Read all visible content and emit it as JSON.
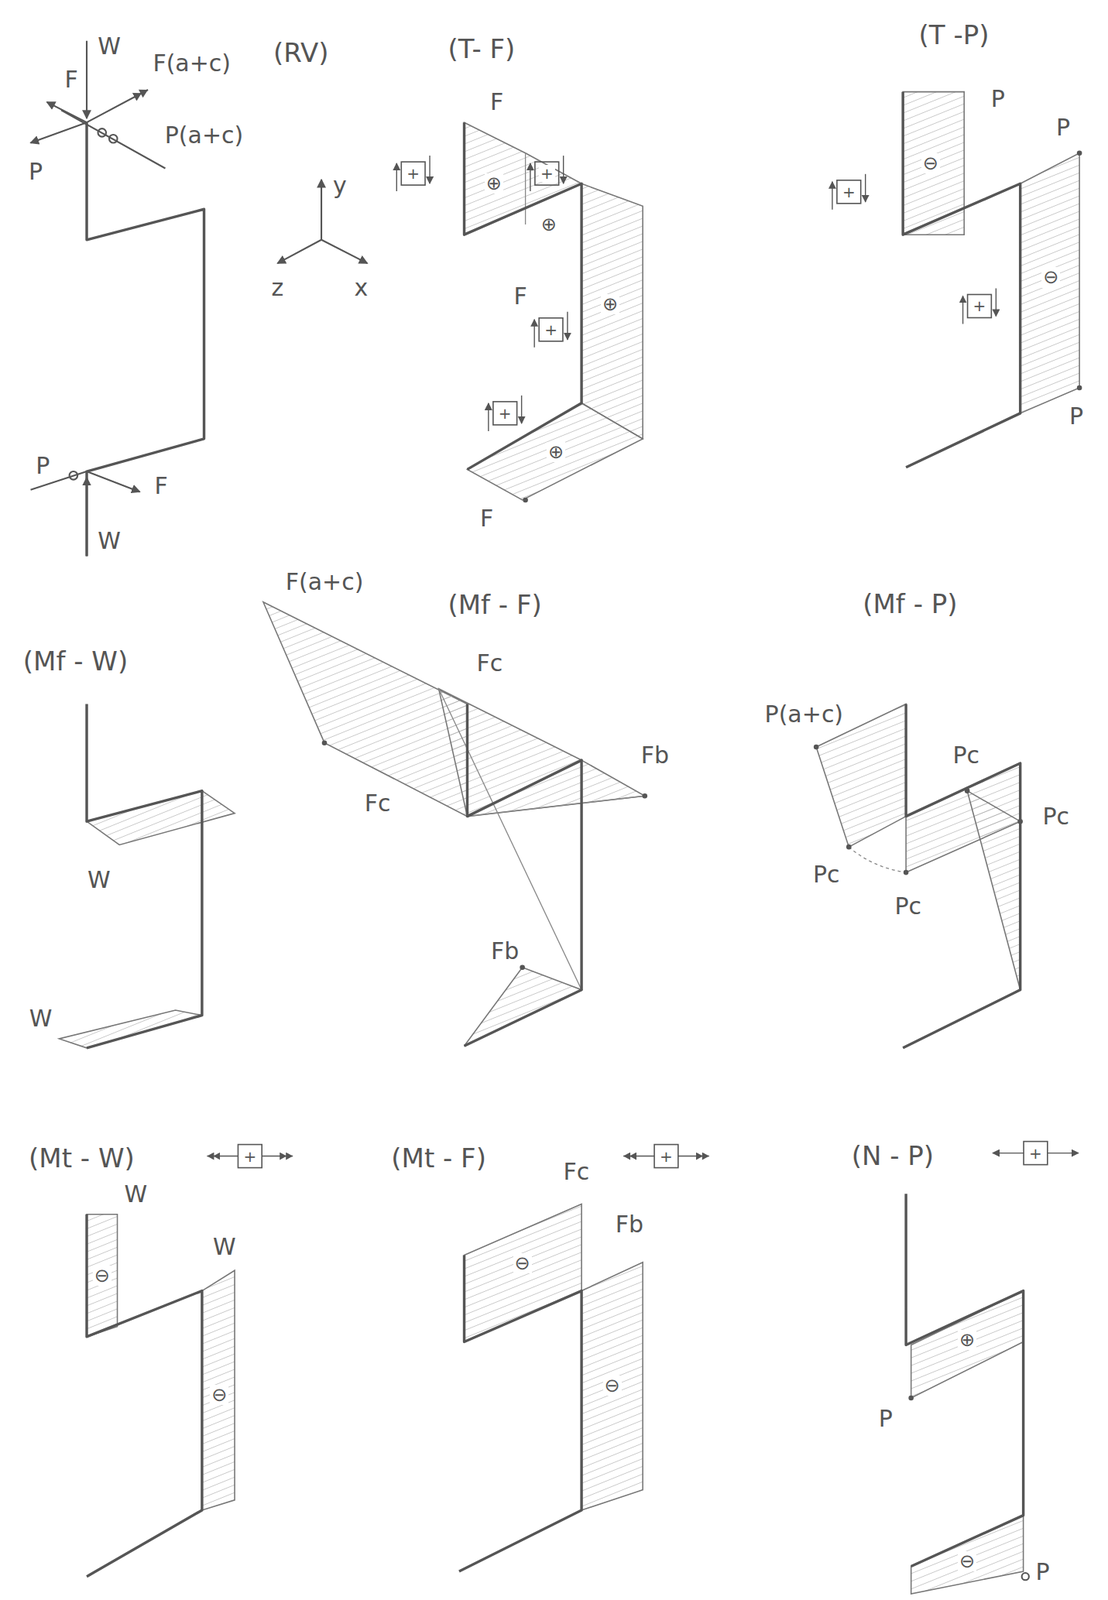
{
  "diagram": {
    "labels": [
      "W",
      "F(a+c)",
      "(RV)",
      "F",
      "P",
      "P(a+c)",
      "y",
      "z",
      "x",
      "P",
      "F",
      "W",
      "(T- F)",
      "F",
      "+",
      "⊕",
      "+",
      "⊕",
      "F",
      "+",
      "⊕",
      "+",
      "⊕",
      "F",
      "(T -P)",
      "P",
      "P",
      "+",
      "⊖",
      "⊖",
      "+",
      "P",
      "(Mf - W)",
      "W",
      "W",
      "F(a+c)",
      "(Mf - F)",
      "Fc",
      "Fb",
      "Fc",
      "Fb",
      "(Mf - P)",
      "P(a+c)",
      "Pc",
      "Pc",
      "Pc",
      "Pc",
      "(Mt - W)",
      "+",
      "W",
      "W",
      "⊖",
      "⊖",
      "(Mt - F)",
      "+",
      "Fc",
      "Fb",
      "⊖",
      "⊖",
      "(N - P)",
      "+",
      "⊕",
      "P",
      "⊖",
      "P"
    ]
  }
}
